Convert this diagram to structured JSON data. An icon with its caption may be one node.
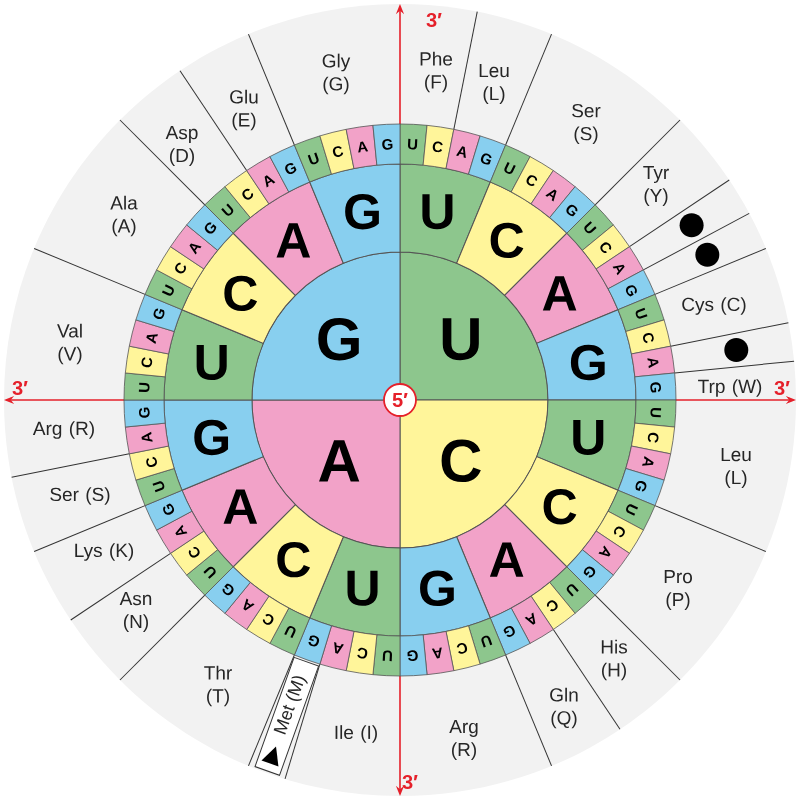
{
  "diagram": {
    "nodes": [
      {
        "text": [
          "5′"
        ]
      },
      {
        "text": [
          "U"
        ]
      },
      {
        "text": [
          "C"
        ]
      },
      {
        "text": [
          "A"
        ]
      },
      {
        "text": [
          "G"
        ]
      },
      {
        "text": [
          "U"
        ]
      },
      {
        "text": [
          "C"
        ]
      },
      {
        "text": [
          "A"
        ]
      },
      {
        "text": [
          "G"
        ]
      },
      {
        "text": [
          "U"
        ]
      },
      {
        "text": [
          "C"
        ]
      },
      {
        "text": [
          "A"
        ]
      },
      {
        "text": [
          "G"
        ]
      },
      {
        "text": [
          "U"
        ]
      },
      {
        "text": [
          "C"
        ]
      },
      {
        "text": [
          "A"
        ]
      },
      {
        "text": [
          "G"
        ]
      },
      {
        "text": [
          "U"
        ]
      },
      {
        "text": [
          "C"
        ]
      },
      {
        "text": [
          "A"
        ]
      },
      {
        "text": [
          "G"
        ]
      },
      {
        "text": [
          "U"
        ]
      },
      {
        "text": [
          "C"
        ]
      },
      {
        "text": [
          "A"
        ]
      },
      {
        "text": [
          "G"
        ]
      },
      {
        "text": [
          "U"
        ]
      },
      {
        "text": [
          "C"
        ]
      },
      {
        "text": [
          "A"
        ]
      },
      {
        "text": [
          "G"
        ]
      },
      {
        "text": [
          "U"
        ]
      },
      {
        "text": [
          "C"
        ]
      },
      {
        "text": [
          "A"
        ]
      },
      {
        "text": [
          "G"
        ]
      },
      {
        "text": [
          "U"
        ]
      },
      {
        "text": [
          "C"
        ]
      },
      {
        "text": [
          "A"
        ]
      },
      {
        "text": [
          "G"
        ]
      },
      {
        "text": [
          "U"
        ]
      },
      {
        "text": [
          "C"
        ]
      },
      {
        "text": [
          "A"
        ]
      },
      {
        "text": [
          "G"
        ]
      },
      {
        "text": [
          "U"
        ]
      },
      {
        "text": [
          "C"
        ]
      },
      {
        "text": [
          "A"
        ]
      },
      {
        "text": [
          "G"
        ]
      },
      {
        "text": [
          "U"
        ]
      },
      {
        "text": [
          "C"
        ]
      },
      {
        "text": [
          "A"
        ]
      },
      {
        "text": [
          "G"
        ]
      },
      {
        "text": [
          "U"
        ]
      },
      {
        "text": [
          "C"
        ]
      },
      {
        "text": [
          "A"
        ]
      },
      {
        "text": [
          "G"
        ]
      },
      {
        "text": [
          "U"
        ]
      },
      {
        "text": [
          "C"
        ]
      },
      {
        "text": [
          "A"
        ]
      },
      {
        "text": [
          "G"
        ]
      },
      {
        "text": [
          "U"
        ]
      },
      {
        "text": [
          "C"
        ]
      },
      {
        "text": [
          "A"
        ]
      },
      {
        "text": [
          "G"
        ]
      },
      {
        "text": [
          "U"
        ]
      },
      {
        "text": [
          "C"
        ]
      },
      {
        "text": [
          "A"
        ]
      },
      {
        "text": [
          "G"
        ]
      },
      {
        "text": [
          "U"
        ]
      },
      {
        "text": [
          "C"
        ]
      },
      {
        "text": [
          "A"
        ]
      },
      {
        "text": [
          "G"
        ]
      },
      {
        "text": [
          "U"
        ]
      },
      {
        "text": [
          "C"
        ]
      },
      {
        "text": [
          "A"
        ]
      },
      {
        "text": [
          "G"
        ]
      },
      {
        "text": [
          "U"
        ]
      },
      {
        "text": [
          "C"
        ]
      },
      {
        "text": [
          "A"
        ]
      },
      {
        "text": [
          "G"
        ]
      },
      {
        "text": [
          "U"
        ]
      },
      {
        "text": [
          "C"
        ]
      },
      {
        "text": [
          "A"
        ]
      },
      {
        "text": [
          "G"
        ]
      },
      {
        "text": [
          "U"
        ]
      },
      {
        "text": [
          "C"
        ]
      },
      {
        "text": [
          "A"
        ]
      },
      {
        "text": [
          "G"
        ]
      }
    ],
    "labels": [
      "3′",
      "Phe (F)",
      "Leu (L)",
      "Ser (S)",
      "Tyr (Y)",
      "Cys (C)",
      "Trp (W)",
      "3′",
      "Leu (L)",
      "Pro (P)",
      "His (H)",
      "Gln (Q)",
      "Arg (R)",
      "3′",
      "Ile (I)",
      "Met (M)",
      "Thr (T)",
      "Asn (N)",
      "Lys (K)",
      "Ser (S)",
      "Arg (R)",
      "3′",
      "Val (V)",
      "Ala (A)",
      "Asp (D)",
      "Glu (E)",
      "Gly (G)"
    ]
  }
}
